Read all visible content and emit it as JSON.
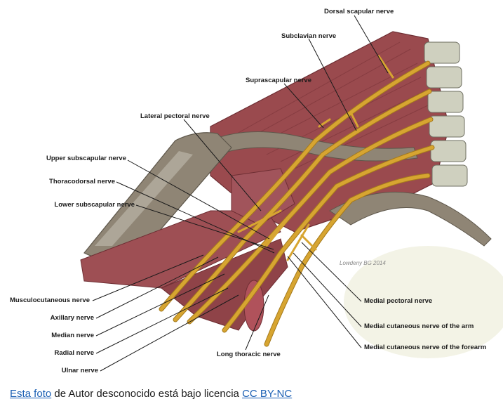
{
  "labels": {
    "dorsal_scapular": "Dorsal scapular nerve",
    "subclavian": "Subclavian nerve",
    "suprascapular": "Suprascapular nerve",
    "lateral_pectoral": "Lateral pectoral nerve",
    "upper_subscapular": "Upper subscapular nerve",
    "thoracodorsal": "Thoracodorsal nerve",
    "lower_subscapular": "Lower subscapular nerve",
    "musculocutaneous": "Musculocutaneous nerve",
    "axillary": "Axillary nerve",
    "median": "Median nerve",
    "radial": "Radial nerve",
    "ulnar": "Ulnar nerve",
    "long_thoracic": "Long thoracic nerve",
    "medial_pectoral": "Medial pectoral nerve",
    "medial_cutaneous_arm": "Medial cutaneous nerve of the arm",
    "medial_cutaneous_forearm": "Medial cutaneous nerve of the forearm"
  },
  "signature": "Lowdeny BG 2014",
  "caption": {
    "link1": "Esta foto",
    "text1": " de Autor desconocido está bajo licencia ",
    "link2": "CC BY-NC"
  },
  "colors": {
    "muscle": "#9a4a4e",
    "muscle_dark": "#6e2e33",
    "bone": "#8f8575",
    "nerve": "#d7a531",
    "nerve_outline": "#a57a1c",
    "link": "#1a5fb4"
  }
}
